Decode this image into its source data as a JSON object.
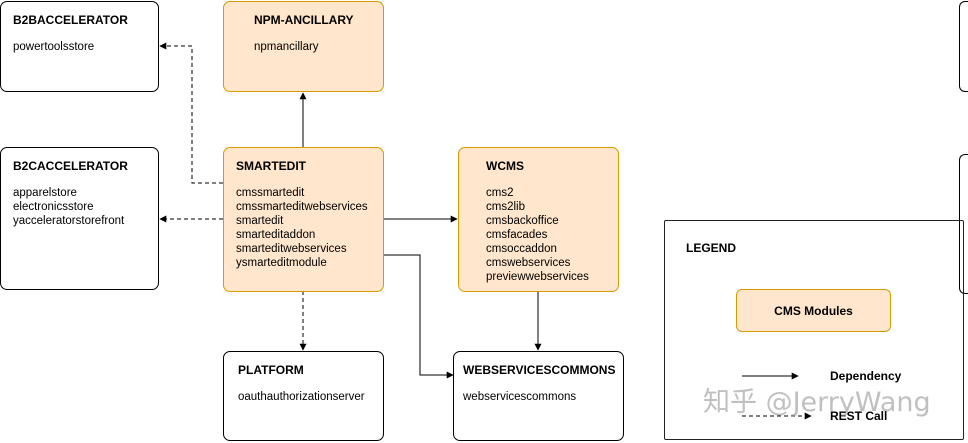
{
  "boxes": {
    "b2baccelerator": {
      "title": "B2BACCELERATOR",
      "items": [
        "powertoolsstore"
      ]
    },
    "npm_ancillary": {
      "title": "NPM-ANCILLARY",
      "items": [
        "npmancillary"
      ]
    },
    "b2caccelerator": {
      "title": "B2CACCELERATOR",
      "items": [
        "apparelstore",
        "electronicsstore",
        "yacceleratorstorefront"
      ]
    },
    "smartedit": {
      "title": "SMARTEDIT",
      "items": [
        "cmssmartedit",
        "cmssmarteditwebservices",
        "smartedit",
        "smarteditaddon",
        "smarteditwebservices",
        "ysmarteditmodule"
      ]
    },
    "wcms": {
      "title": "WCMS",
      "items": [
        "cms2",
        "cms2lib",
        "cmsbackoffice",
        "cmsfacades",
        "cmsoccaddon",
        "cmswebservices",
        "previewwebservices"
      ]
    },
    "platform": {
      "title": "PLATFORM",
      "items": [
        "oauthauthorizationserver"
      ]
    },
    "webservicescommons": {
      "title": "WEBSERVICESCOMMONS",
      "items": [
        "webservicescommons"
      ]
    }
  },
  "legend": {
    "title": "LEGEND",
    "module_label": "CMS Modules",
    "dependency_label": "Dependency",
    "rest_label": "REST Call"
  },
  "watermark": "知乎 @JerryWang",
  "colors": {
    "module_fill": "#ffe6cc",
    "module_border": "#d79b00",
    "line": "#000000"
  }
}
